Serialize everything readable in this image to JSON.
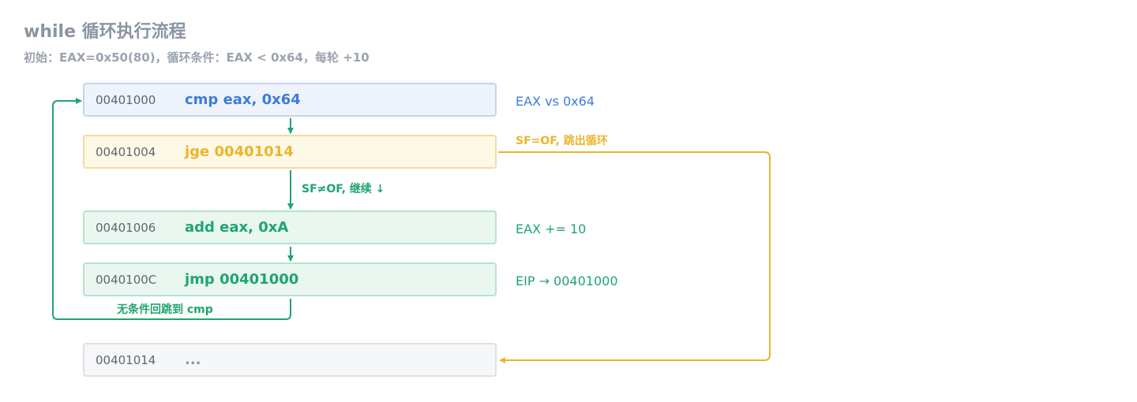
{
  "title": "while 循环执行流程",
  "subtitle": "初始：EAX=0x50(80)，循环条件：EAX < 0x64，每轮 +10",
  "instructions": [
    {
      "addr": "00401000",
      "instr": "cmp eax, 0x64",
      "note": "EAX vs 0x64"
    },
    {
      "addr": "00401004",
      "instr": "jge 00401014",
      "note": ""
    },
    {
      "addr": "00401006",
      "instr": "add eax, 0xA",
      "note": "EAX += 10"
    },
    {
      "addr": "0040100C",
      "instr": "jmp 00401000",
      "note": "EIP → 00401000"
    },
    {
      "addr": "00401014",
      "instr": "...",
      "note": ""
    }
  ],
  "edge_labels": {
    "exit": "SF=OF, 跳出循环",
    "continue": "SF≠OF, 继续 ↓",
    "back": "无条件回跳到 cmp"
  },
  "colors": {
    "blue": "#3e7bdc",
    "yellow": "#ebb52a",
    "green": "#1fa570",
    "gray": "#8a94a3"
  }
}
